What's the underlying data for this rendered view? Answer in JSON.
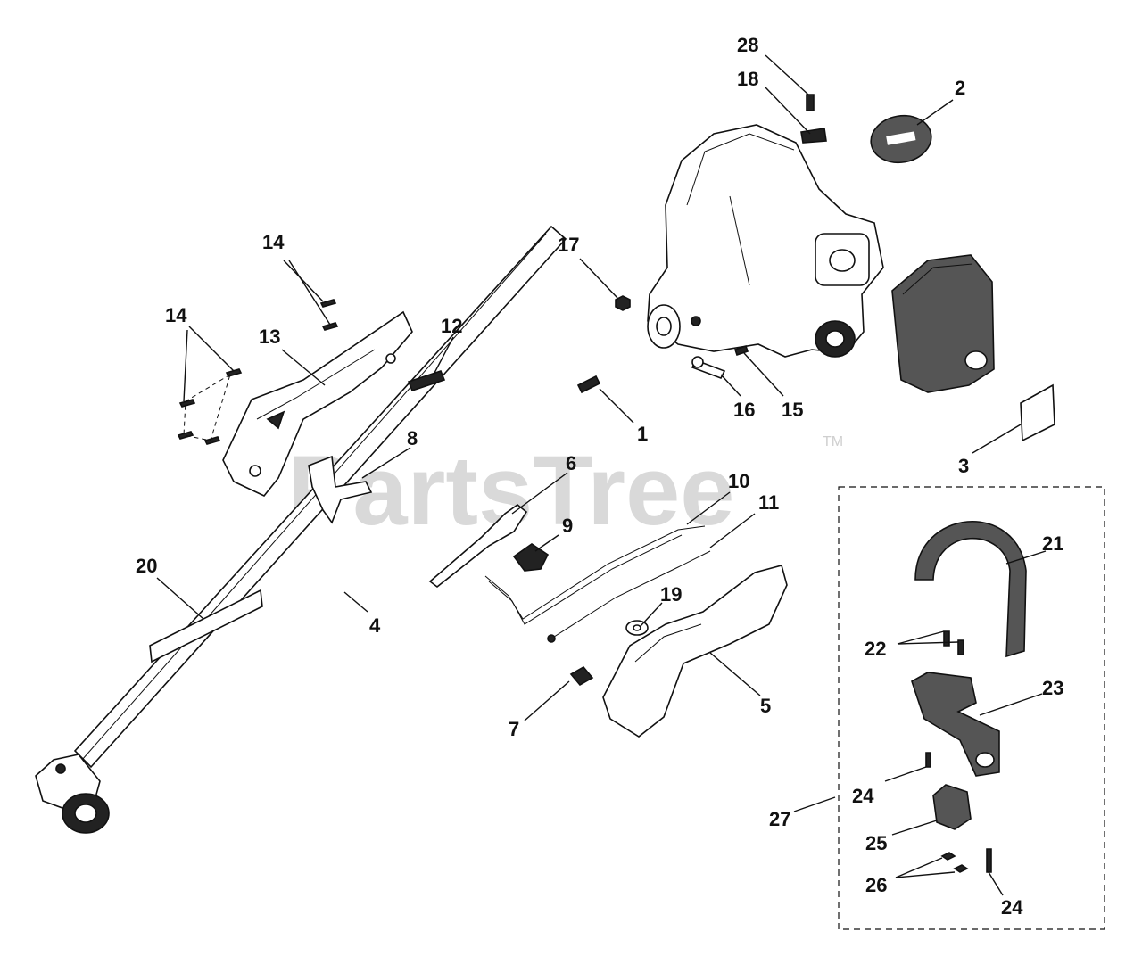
{
  "watermark": {
    "text": "PartsTree",
    "mark": "TM"
  },
  "callouts": {
    "c1": "1",
    "c2": "2",
    "c3": "3",
    "c4": "4",
    "c5": "5",
    "c6": "6",
    "c7": "7",
    "c8": "8",
    "c9": "9",
    "c10": "10",
    "c11": "11",
    "c12": "12",
    "c13": "13",
    "c14a": "14",
    "c14b": "14",
    "c15": "15",
    "c16": "16",
    "c17": "17",
    "c18": "18",
    "c19": "19",
    "c20": "20",
    "c21": "21",
    "c22": "22",
    "c23": "23",
    "c24a": "24",
    "c24b": "24",
    "c25": "25",
    "c26": "26",
    "c27": "27",
    "c28": "28"
  },
  "colors": {
    "ink": "#111111",
    "watermark": "#d9d9d9",
    "background": "#ffffff"
  }
}
